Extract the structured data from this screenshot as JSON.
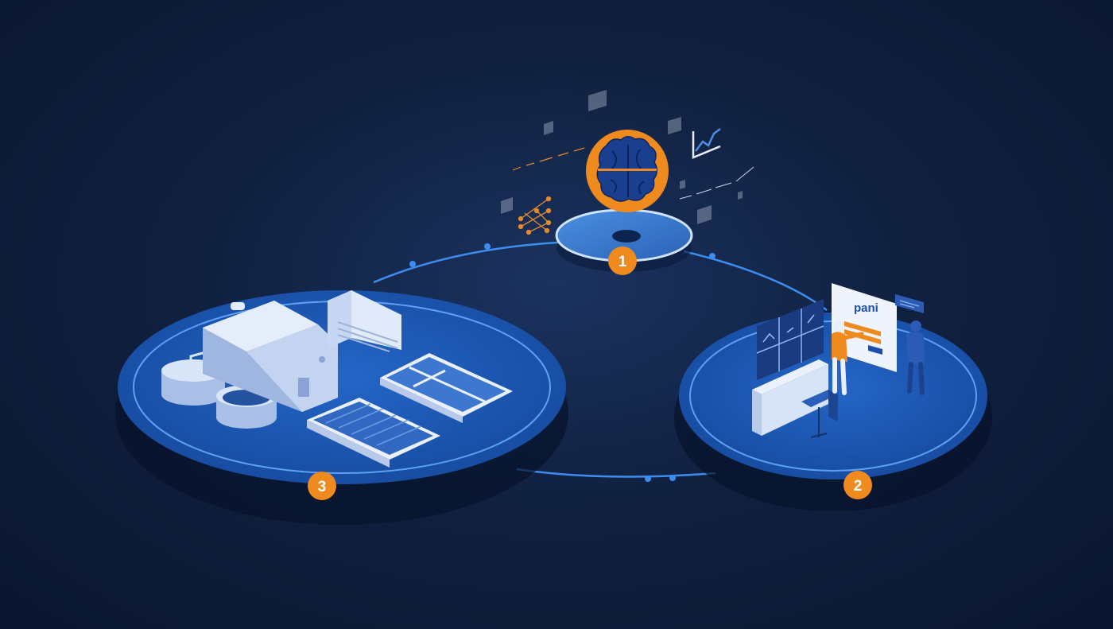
{
  "colors": {
    "background": "#0d1a36",
    "platform": "#1f5fc2",
    "platform_edge": "#8cc2ff",
    "accent_orange": "#ef8a1f",
    "connector": "#3d8df0",
    "building": "#c7d6f3"
  },
  "nodes": [
    {
      "id": "ai-model",
      "number": "1",
      "icon": "brain-icon"
    },
    {
      "id": "operator-interface",
      "number": "2",
      "icon": "control-room-icon",
      "brand": "pani"
    },
    {
      "id": "treatment-plant",
      "number": "3",
      "icon": "plant-icon"
    }
  ]
}
